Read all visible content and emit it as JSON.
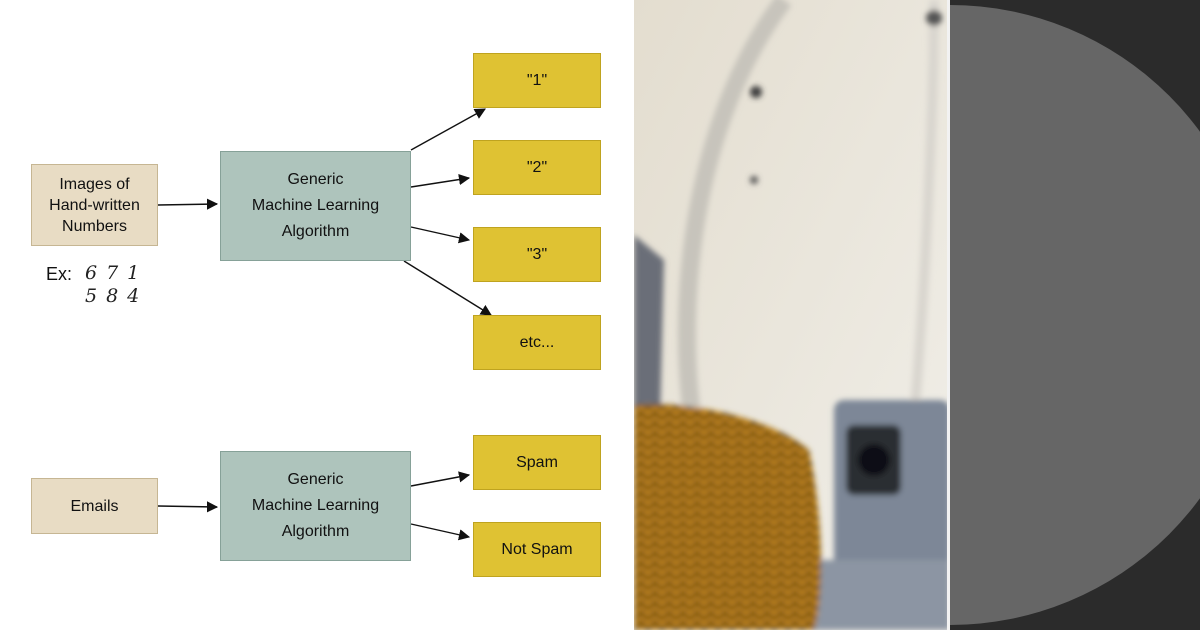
{
  "diagram": {
    "top_flow": {
      "input_label": "Images of\nHand-written\nNumbers",
      "algorithm_label": "Generic\nMachine Learning\nAlgorithm",
      "outputs": [
        "\"1\"",
        "\"2\"",
        "\"3\"",
        "etc..."
      ],
      "example_label": "Ex:",
      "example_digits_row1": "671",
      "example_digits_row2": "584"
    },
    "bottom_flow": {
      "input_label": "Emails",
      "algorithm_label": "Generic\nMachine Learning\nAlgorithm",
      "outputs": [
        "Spam",
        "Not Spam"
      ]
    }
  },
  "colors": {
    "input_box": "#e8dcc4",
    "algorithm_box": "#aec4bc",
    "output_box": "#dfc233",
    "dark_panel": "#2b2b2b",
    "circle": "#666666"
  }
}
